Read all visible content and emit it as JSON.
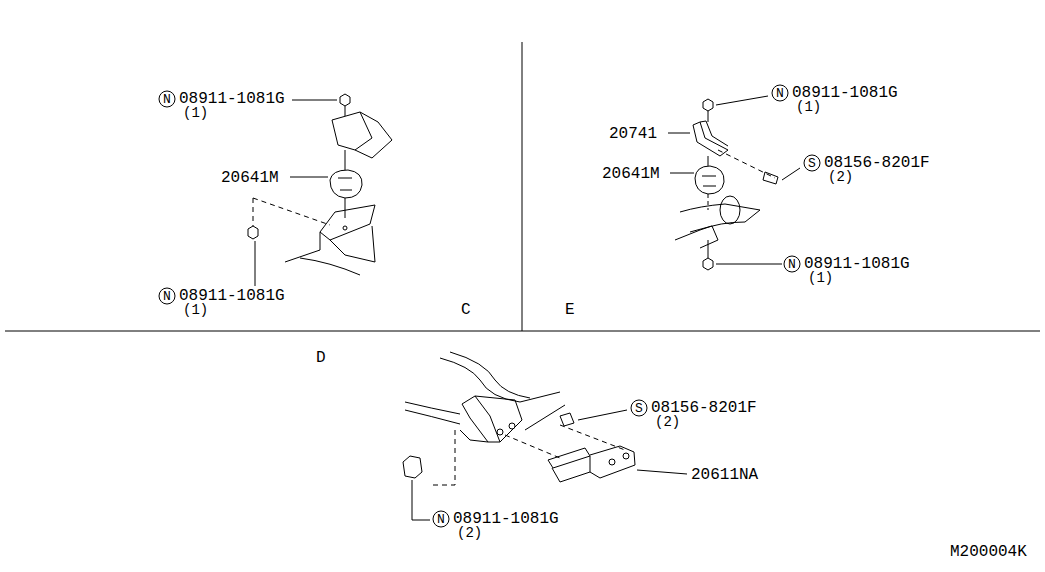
{
  "diagram": {
    "labels": [
      "N",
      "08911-1081G",
      "(1)",
      "20641M",
      "N",
      "08911-1081G",
      "(1)",
      "C",
      "N",
      "08911-1081G",
      "(1)",
      "20741",
      "20641M",
      "S",
      "08156-8201F",
      "(2)",
      "N",
      "08911-1081G",
      "(1)",
      "E",
      "D",
      "S",
      "08156-8201F",
      "(2)",
      "20611NA",
      "N",
      "08911-1081G",
      "(2)",
      "M200004K"
    ]
  }
}
